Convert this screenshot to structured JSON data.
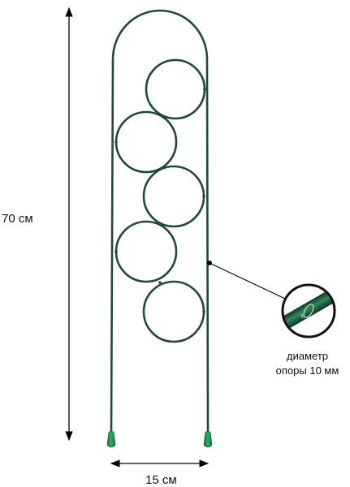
{
  "dimensions": {
    "height_label": "70 см",
    "width_label": "15 см"
  },
  "rod_detail": {
    "caption_line1": "диаметр",
    "caption_line2": "опоры 10 мм"
  },
  "colors": {
    "frame": "#1f4a36",
    "tip": "#1f8a52",
    "dimension_line": "#000000",
    "text": "#111111"
  }
}
